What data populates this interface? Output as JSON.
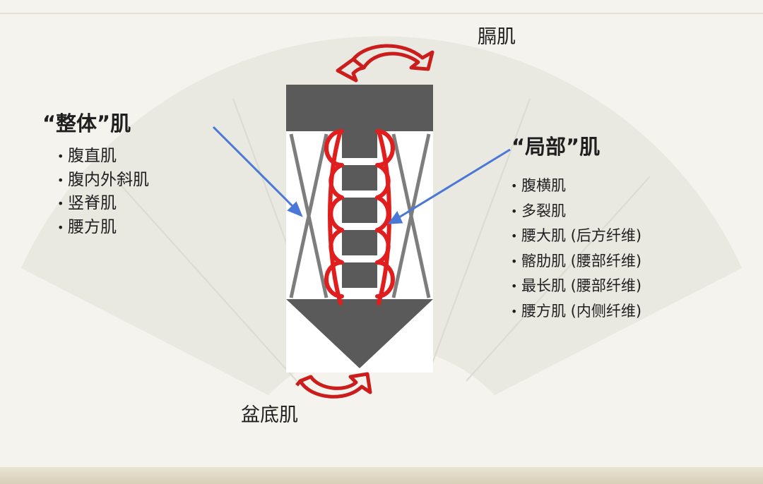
{
  "labels": {
    "diaphragm": "膈肌",
    "pelvic_floor": "盆底肌"
  },
  "global_group": {
    "title": "“整体”肌",
    "items": [
      "腹直肌",
      "腹内外斜肌",
      "竖脊肌",
      "腰方肌"
    ]
  },
  "local_group": {
    "title": "“局部”肌",
    "items": [
      "腹横肌",
      "多裂肌",
      "腰大肌 (后方纤维)",
      "髂肋肌 (腰部纤维)",
      "最长肌 (腰部纤维)",
      "腰方肌 (内侧纤维)"
    ]
  },
  "colors": {
    "background": "#f4f3ee",
    "fan": "#e6e5de",
    "box_fill": "#ffffff",
    "block_gray": "#5a5a5a",
    "line_gray": "#7d7d7d",
    "muscle_red": "#e01e1e",
    "arrow_blue": "#4a78d8",
    "rotation_arrow_red": "#cc1d1d"
  },
  "icons": {
    "top_arrow": "curved-rotation-arrow-icon",
    "bottom_arrow": "curved-rotation-arrow-icon",
    "pointer_arrows": "blue-pointer-arrow-icon"
  }
}
